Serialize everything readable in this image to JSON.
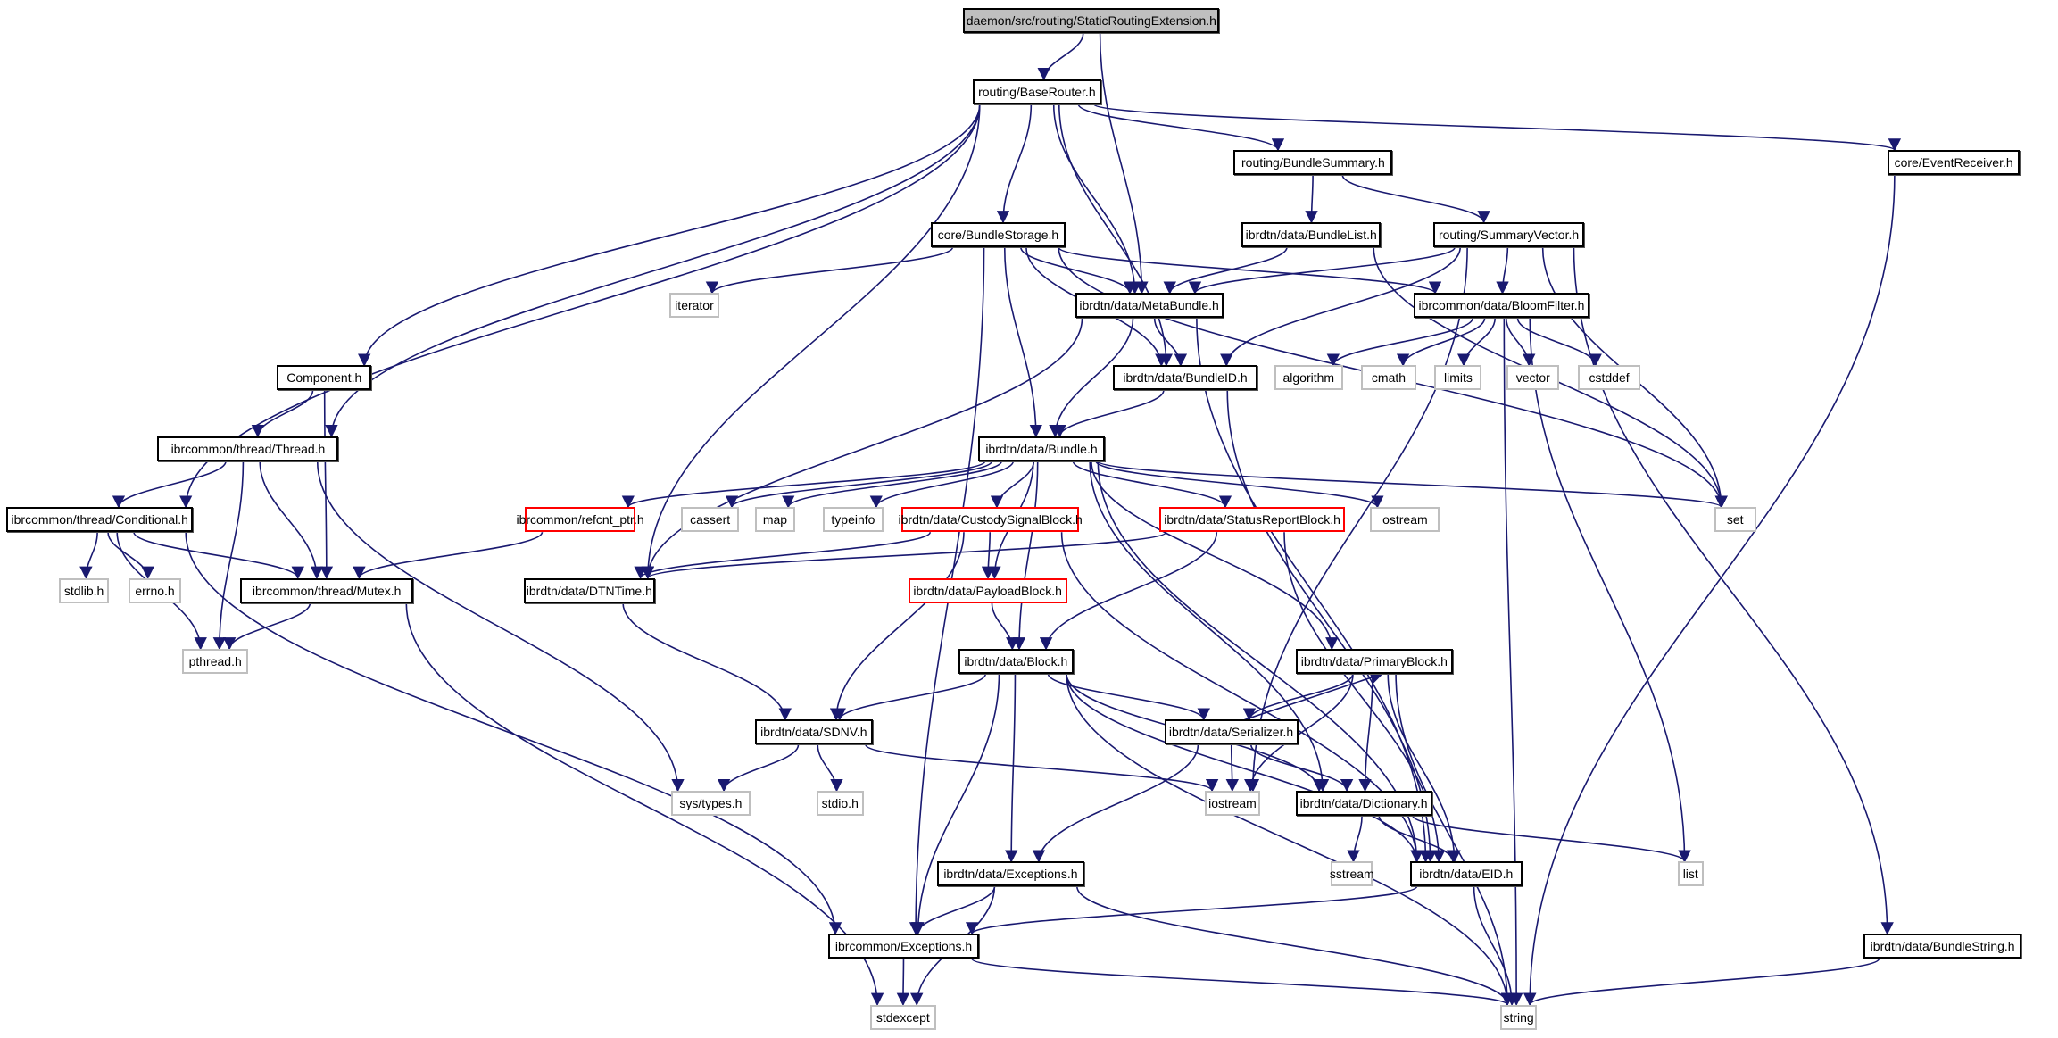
{
  "graph": {
    "title": "daemon/src/routing/StaticRoutingExtension.h",
    "edge_color": "#191970",
    "nodes": [
      {
        "id": "root",
        "label": "daemon/src/routing/StaticRoutingExtension.h",
        "kind": "root"
      },
      {
        "id": "BaseRouter",
        "label": "routing/BaseRouter.h",
        "kind": "normal"
      },
      {
        "id": "BundleSummary",
        "label": "routing/BundleSummary.h",
        "kind": "normal"
      },
      {
        "id": "EventReceiver",
        "label": "core/EventReceiver.h",
        "kind": "normal"
      },
      {
        "id": "BundleStorage",
        "label": "core/BundleStorage.h",
        "kind": "normal"
      },
      {
        "id": "BundleList",
        "label": "ibrdtn/data/BundleList.h",
        "kind": "normal"
      },
      {
        "id": "SummaryVector",
        "label": "routing/SummaryVector.h",
        "kind": "normal"
      },
      {
        "id": "iterator",
        "label": "iterator",
        "kind": "external"
      },
      {
        "id": "MetaBundle",
        "label": "ibrdtn/data/MetaBundle.h",
        "kind": "normal"
      },
      {
        "id": "BloomFilter",
        "label": "ibrcommon/data/BloomFilter.h",
        "kind": "normal"
      },
      {
        "id": "Component",
        "label": "Component.h",
        "kind": "normal"
      },
      {
        "id": "BundleID",
        "label": "ibrdtn/data/BundleID.h",
        "kind": "normal"
      },
      {
        "id": "algorithm",
        "label": "algorithm",
        "kind": "external"
      },
      {
        "id": "cmath",
        "label": "cmath",
        "kind": "external"
      },
      {
        "id": "limits",
        "label": "limits",
        "kind": "external"
      },
      {
        "id": "vector",
        "label": "vector",
        "kind": "external"
      },
      {
        "id": "cstddef",
        "label": "cstddef",
        "kind": "external"
      },
      {
        "id": "Thread",
        "label": "ibrcommon/thread/Thread.h",
        "kind": "normal"
      },
      {
        "id": "Bundle",
        "label": "ibrdtn/data/Bundle.h",
        "kind": "normal"
      },
      {
        "id": "Conditional",
        "label": "ibrcommon/thread/Conditional.h",
        "kind": "normal"
      },
      {
        "id": "refcnt",
        "label": "ibrcommon/refcnt_ptr.h",
        "kind": "truncated"
      },
      {
        "id": "cassert",
        "label": "cassert",
        "kind": "external"
      },
      {
        "id": "map",
        "label": "map",
        "kind": "external"
      },
      {
        "id": "typeinfo",
        "label": "typeinfo",
        "kind": "external"
      },
      {
        "id": "Custody",
        "label": "ibrdtn/data/CustodySignalBlock.h",
        "kind": "truncated"
      },
      {
        "id": "StatusReport",
        "label": "ibrdtn/data/StatusReportBlock.h",
        "kind": "truncated"
      },
      {
        "id": "ostream",
        "label": "ostream",
        "kind": "external"
      },
      {
        "id": "set",
        "label": "set",
        "kind": "external"
      },
      {
        "id": "stdlib",
        "label": "stdlib.h",
        "kind": "external"
      },
      {
        "id": "errno",
        "label": "errno.h",
        "kind": "external"
      },
      {
        "id": "Mutex",
        "label": "ibrcommon/thread/Mutex.h",
        "kind": "normal"
      },
      {
        "id": "DTNTime",
        "label": "ibrdtn/data/DTNTime.h",
        "kind": "normal"
      },
      {
        "id": "Payload",
        "label": "ibrdtn/data/PayloadBlock.h",
        "kind": "truncated"
      },
      {
        "id": "pthread",
        "label": "pthread.h",
        "kind": "external"
      },
      {
        "id": "Block",
        "label": "ibrdtn/data/Block.h",
        "kind": "normal"
      },
      {
        "id": "PrimaryBlock",
        "label": "ibrdtn/data/PrimaryBlock.h",
        "kind": "normal"
      },
      {
        "id": "SDNV",
        "label": "ibrdtn/data/SDNV.h",
        "kind": "normal"
      },
      {
        "id": "Serializer",
        "label": "ibrdtn/data/Serializer.h",
        "kind": "normal"
      },
      {
        "id": "systypes",
        "label": "sys/types.h",
        "kind": "external"
      },
      {
        "id": "stdio",
        "label": "stdio.h",
        "kind": "external"
      },
      {
        "id": "iostream",
        "label": "iostream",
        "kind": "external"
      },
      {
        "id": "Dictionary",
        "label": "ibrdtn/data/Dictionary.h",
        "kind": "normal"
      },
      {
        "id": "sstream",
        "label": "sstream",
        "kind": "external"
      },
      {
        "id": "Exceptions",
        "label": "ibrdtn/data/Exceptions.h",
        "kind": "normal"
      },
      {
        "id": "EID",
        "label": "ibrdtn/data/EID.h",
        "kind": "normal"
      },
      {
        "id": "list",
        "label": "list",
        "kind": "external"
      },
      {
        "id": "ibrExceptions",
        "label": "ibrcommon/Exceptions.h",
        "kind": "normal"
      },
      {
        "id": "BundleString",
        "label": "ibrdtn/data/BundleString.h",
        "kind": "normal"
      },
      {
        "id": "stdexcept",
        "label": "stdexcept",
        "kind": "external"
      },
      {
        "id": "string",
        "label": "string",
        "kind": "external"
      }
    ],
    "edges": [
      [
        "root",
        "BaseRouter"
      ],
      [
        "root",
        "MetaBundle"
      ],
      [
        "BaseRouter",
        "BundleSummary"
      ],
      [
        "BaseRouter",
        "EventReceiver"
      ],
      [
        "BaseRouter",
        "BundleStorage"
      ],
      [
        "BaseRouter",
        "MetaBundle"
      ],
      [
        "BaseRouter",
        "Component"
      ],
      [
        "BaseRouter",
        "Thread"
      ],
      [
        "BaseRouter",
        "Conditional"
      ],
      [
        "BaseRouter",
        "DTNTime"
      ],
      [
        "BaseRouter",
        "BundleID"
      ],
      [
        "BundleSummary",
        "BundleList"
      ],
      [
        "BundleSummary",
        "SummaryVector"
      ],
      [
        "EventReceiver",
        "string"
      ],
      [
        "BundleStorage",
        "iterator"
      ],
      [
        "BundleStorage",
        "MetaBundle"
      ],
      [
        "BundleStorage",
        "BloomFilter"
      ],
      [
        "BundleStorage",
        "BundleID"
      ],
      [
        "BundleStorage",
        "Bundle"
      ],
      [
        "BundleStorage",
        "set"
      ],
      [
        "BundleStorage",
        "ibrExceptions"
      ],
      [
        "BundleList",
        "MetaBundle"
      ],
      [
        "BundleList",
        "set"
      ],
      [
        "SummaryVector",
        "MetaBundle"
      ],
      [
        "SummaryVector",
        "BloomFilter"
      ],
      [
        "SummaryVector",
        "BundleID"
      ],
      [
        "SummaryVector",
        "set"
      ],
      [
        "SummaryVector",
        "iostream"
      ],
      [
        "SummaryVector",
        "BundleString"
      ],
      [
        "MetaBundle",
        "BundleID"
      ],
      [
        "MetaBundle",
        "Bundle"
      ],
      [
        "MetaBundle",
        "DTNTime"
      ],
      [
        "MetaBundle",
        "EID"
      ],
      [
        "BloomFilter",
        "algorithm"
      ],
      [
        "BloomFilter",
        "cmath"
      ],
      [
        "BloomFilter",
        "limits"
      ],
      [
        "BloomFilter",
        "vector"
      ],
      [
        "BloomFilter",
        "cstddef"
      ],
      [
        "BloomFilter",
        "string"
      ],
      [
        "BloomFilter",
        "list"
      ],
      [
        "Component",
        "Thread"
      ],
      [
        "Component",
        "Mutex"
      ],
      [
        "BundleID",
        "Bundle"
      ],
      [
        "BundleID",
        "EID"
      ],
      [
        "Thread",
        "Conditional"
      ],
      [
        "Thread",
        "Mutex"
      ],
      [
        "Thread",
        "pthread"
      ],
      [
        "Thread",
        "systypes"
      ],
      [
        "Bundle",
        "refcnt"
      ],
      [
        "Bundle",
        "cassert"
      ],
      [
        "Bundle",
        "map"
      ],
      [
        "Bundle",
        "typeinfo"
      ],
      [
        "Bundle",
        "Custody"
      ],
      [
        "Bundle",
        "Payload"
      ],
      [
        "Bundle",
        "StatusReport"
      ],
      [
        "Bundle",
        "ostream"
      ],
      [
        "Bundle",
        "set"
      ],
      [
        "Bundle",
        "Block"
      ],
      [
        "Bundle",
        "PrimaryBlock"
      ],
      [
        "Bundle",
        "Dictionary"
      ],
      [
        "Bundle",
        "EID"
      ],
      [
        "Conditional",
        "stdlib"
      ],
      [
        "Conditional",
        "errno"
      ],
      [
        "Conditional",
        "Mutex"
      ],
      [
        "Conditional",
        "pthread"
      ],
      [
        "Conditional",
        "ibrExceptions"
      ],
      [
        "refcnt",
        "Mutex"
      ],
      [
        "Custody",
        "DTNTime"
      ],
      [
        "Custody",
        "Payload"
      ],
      [
        "Custody",
        "SDNV"
      ],
      [
        "Custody",
        "EID"
      ],
      [
        "StatusReport",
        "DTNTime"
      ],
      [
        "StatusReport",
        "Block"
      ],
      [
        "StatusReport",
        "EID"
      ],
      [
        "Mutex",
        "pthread"
      ],
      [
        "Mutex",
        "stdexcept"
      ],
      [
        "DTNTime",
        "SDNV"
      ],
      [
        "Payload",
        "Block"
      ],
      [
        "Block",
        "SDNV"
      ],
      [
        "Block",
        "Serializer"
      ],
      [
        "Block",
        "Dictionary"
      ],
      [
        "Block",
        "Exceptions"
      ],
      [
        "Block",
        "ibrExceptions"
      ],
      [
        "Block",
        "EID"
      ],
      [
        "Block",
        "string"
      ],
      [
        "PrimaryBlock",
        "Serializer"
      ],
      [
        "PrimaryBlock",
        "iostream"
      ],
      [
        "PrimaryBlock",
        "Dictionary"
      ],
      [
        "PrimaryBlock",
        "EID"
      ],
      [
        "PrimaryBlock",
        "string"
      ],
      [
        "SDNV",
        "systypes"
      ],
      [
        "SDNV",
        "stdio"
      ],
      [
        "SDNV",
        "iostream"
      ],
      [
        "Serializer",
        "PrimaryBlock"
      ],
      [
        "Serializer",
        "iostream"
      ],
      [
        "Serializer",
        "Dictionary"
      ],
      [
        "Serializer",
        "Exceptions"
      ],
      [
        "Dictionary",
        "sstream"
      ],
      [
        "Dictionary",
        "EID"
      ],
      [
        "Dictionary",
        "list"
      ],
      [
        "Exceptions",
        "ibrExceptions"
      ],
      [
        "Exceptions",
        "stdexcept"
      ],
      [
        "Exceptions",
        "string"
      ],
      [
        "EID",
        "ibrExceptions"
      ],
      [
        "EID",
        "string"
      ],
      [
        "ibrExceptions",
        "stdexcept"
      ],
      [
        "ibrExceptions",
        "string"
      ],
      [
        "BundleString",
        "string"
      ]
    ]
  }
}
